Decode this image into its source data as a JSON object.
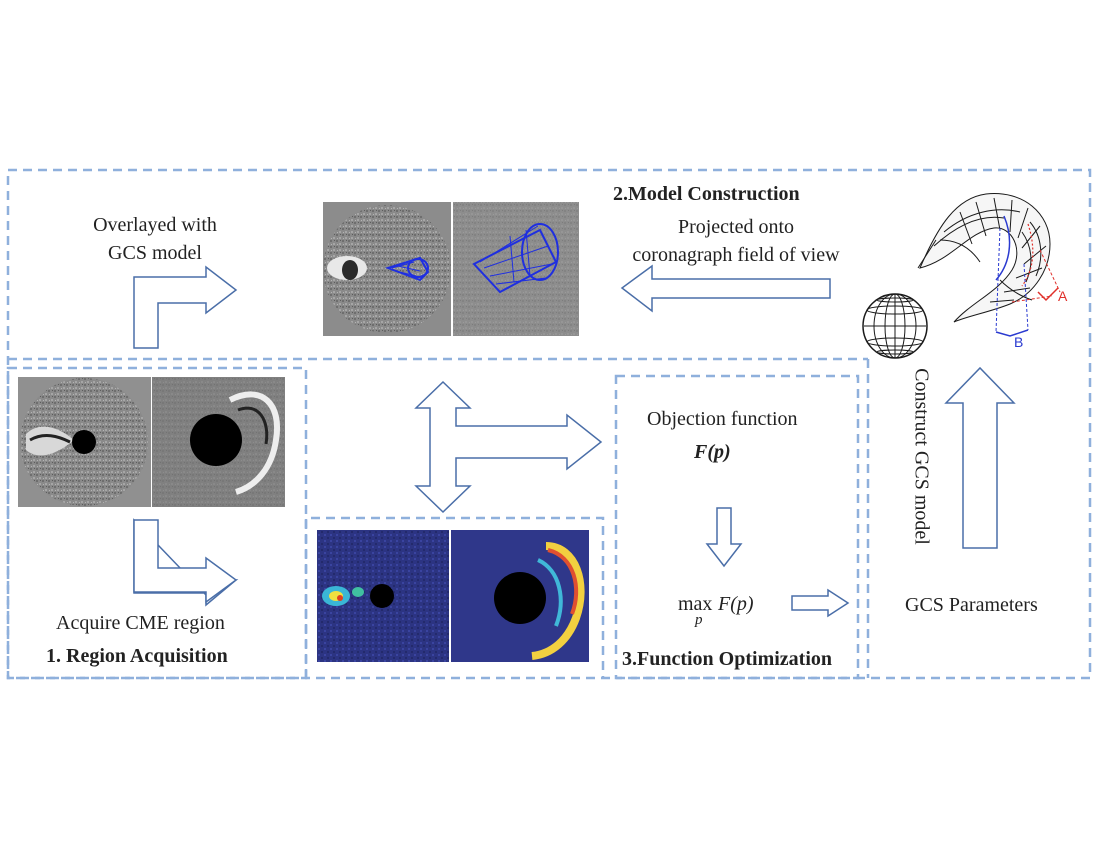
{
  "colors": {
    "dashed_border": "#8fb0dc",
    "arrow_stroke": "#4a6ea8",
    "gcs_mesh": "#1a1a1a",
    "label_A": "#e0302a",
    "label_B": "#2a3ad0",
    "gcs_overlay": "#1f2fe0",
    "heatmap_background": "#2a2f7a"
  },
  "diagram": {
    "sections": {
      "model_construction": "2.Model Construction",
      "region_acquisition": "1. Region Acquisition",
      "function_optimization": "3.Function Optimization"
    },
    "labels": {
      "overlayed_line1": "Overlayed with",
      "overlayed_line2": "GCS model",
      "projected_line1": "Projected onto",
      "projected_line2": "coronagraph field of view",
      "acquire_cme": "Acquire CME region",
      "objection_function": "Objection function",
      "objective_expr": "F(p)",
      "max_op": "max",
      "max_sub": "p",
      "max_expr": "F(p)",
      "construct_gcs": "Construct GCS model",
      "gcs_parameters": "GCS Parameters",
      "label_A": "A",
      "label_B": "B"
    },
    "icons": [
      "elbow-arrow-icon",
      "left-arrow-icon",
      "four-way-arrow-icon",
      "down-arrow-icon",
      "right-arrow-icon",
      "up-arrow-icon",
      "gcs-croissant-mesh-icon",
      "sphere-mesh-icon"
    ]
  }
}
